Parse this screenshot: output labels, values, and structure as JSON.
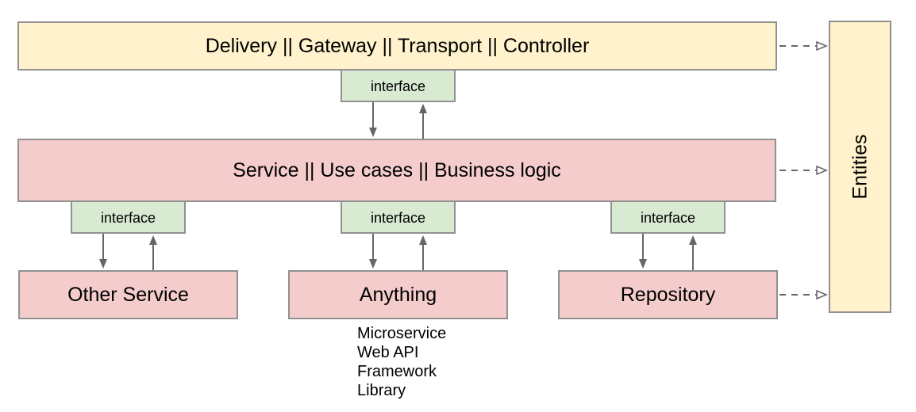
{
  "layers": {
    "delivery": "Delivery || Gateway || Transport || Controller",
    "service": "Service || Use cases || Business logic",
    "entities": "Entities"
  },
  "interface_label": "interface",
  "components": {
    "other_service": "Other Service",
    "anything": "Anything",
    "repository": "Repository"
  },
  "anything_examples": [
    "Microservice",
    "Web API",
    "Framework",
    "Library"
  ],
  "colors": {
    "layer_fill": "#FFF2CC",
    "component_fill": "#F4CCCC",
    "interface_fill": "#D9EAD3",
    "box_border": "#919191",
    "arrow": "#666666",
    "text": "#000000",
    "background": "#FFFFFF"
  }
}
